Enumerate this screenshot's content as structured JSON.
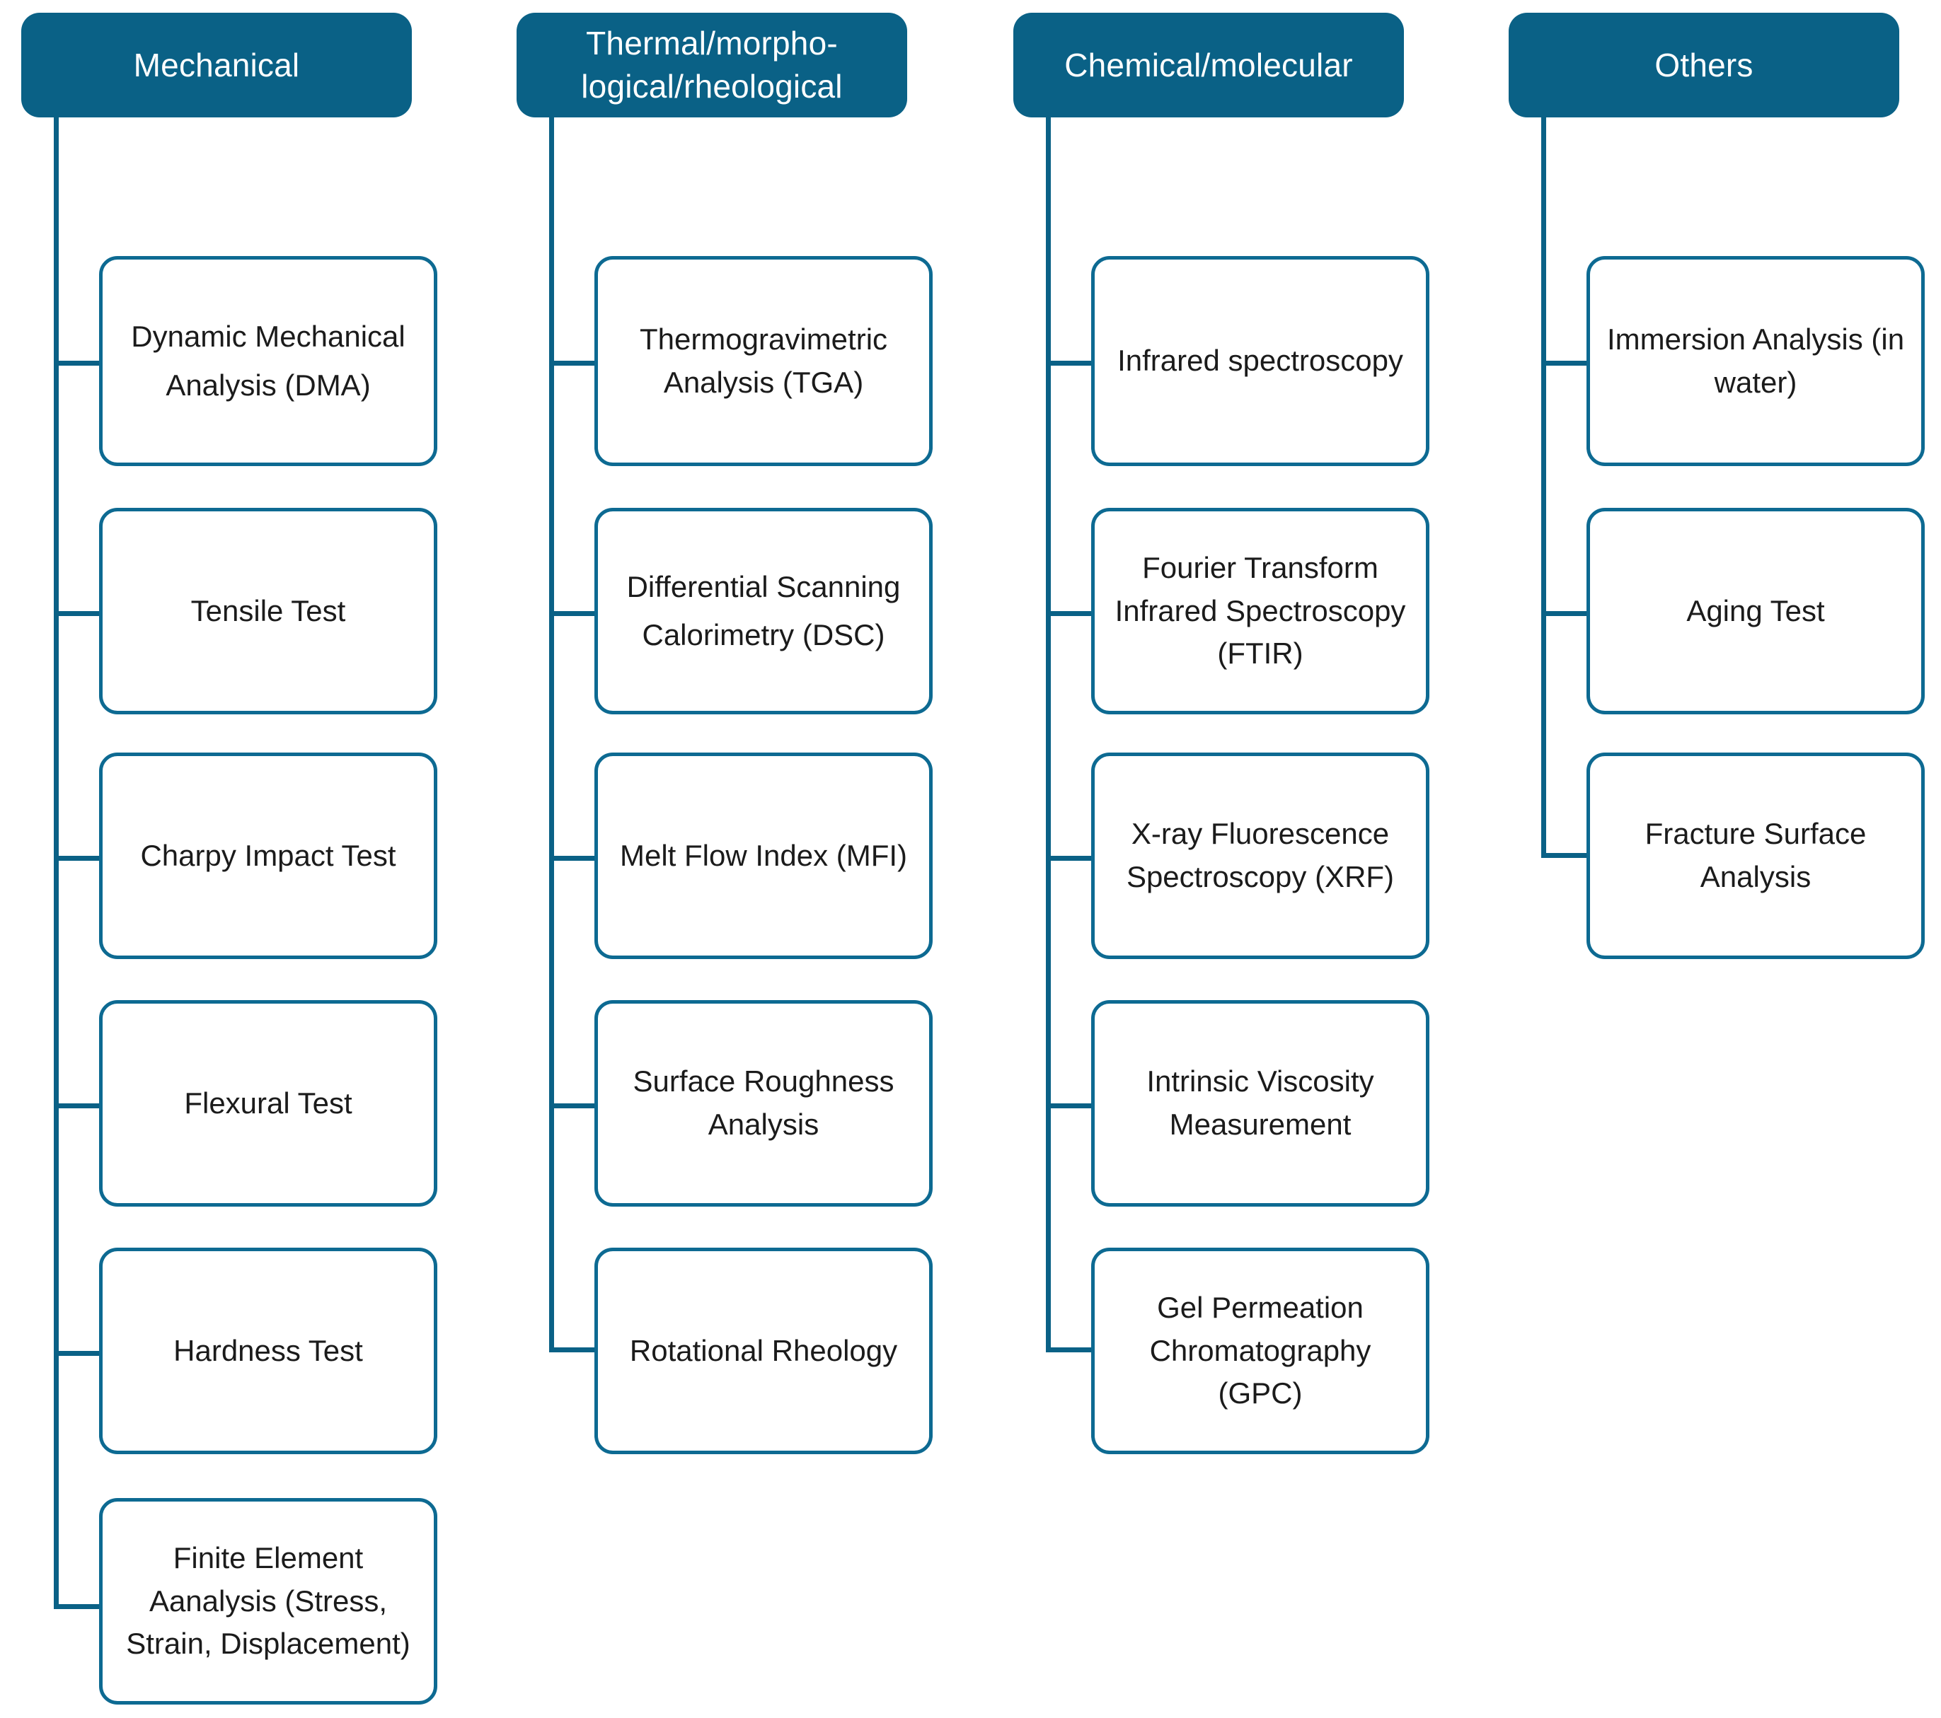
{
  "diagram": {
    "title": "Polymer characterization methods classification",
    "colors": {
      "header_fill": "#0A6186",
      "box_border": "#0D6A92",
      "connector": "#0A6186",
      "header_text": "#FFFFFF",
      "box_text": "#1B1B1B",
      "background": "#FFFFFF"
    }
  },
  "columns": [
    {
      "header": "Mechanical",
      "children": [
        "Dynamic Mechanical Analysis (DMA)",
        "Tensile Test",
        "Charpy Impact Test",
        "Flexural Test",
        "Hardness Test",
        "Finite Element Aanalysis (Stress, Strain, Displacement)"
      ]
    },
    {
      "header": "Thermal/morpho-logical/rheological",
      "children": [
        "Thermogravimetric Analysis (TGA)",
        "Differential Scanning Calorimetry (DSC)",
        "Melt Flow Index (MFI)",
        "Surface Roughness Analysis",
        "Rotational Rheology"
      ]
    },
    {
      "header": "Chemical/molecular",
      "children": [
        "Infrared spectroscopy",
        "Fourier Transform Infrared Spectroscopy (FTIR)",
        "X-ray Fluorescence Spectroscopy (XRF)",
        "Intrinsic Viscosity Measurement",
        "Gel Permeation Chromatography (GPC)"
      ]
    },
    {
      "header": "Others",
      "children": [
        "Immersion Analysis (in water)",
        "Aging Test",
        "Fracture Surface Analysis"
      ]
    }
  ]
}
